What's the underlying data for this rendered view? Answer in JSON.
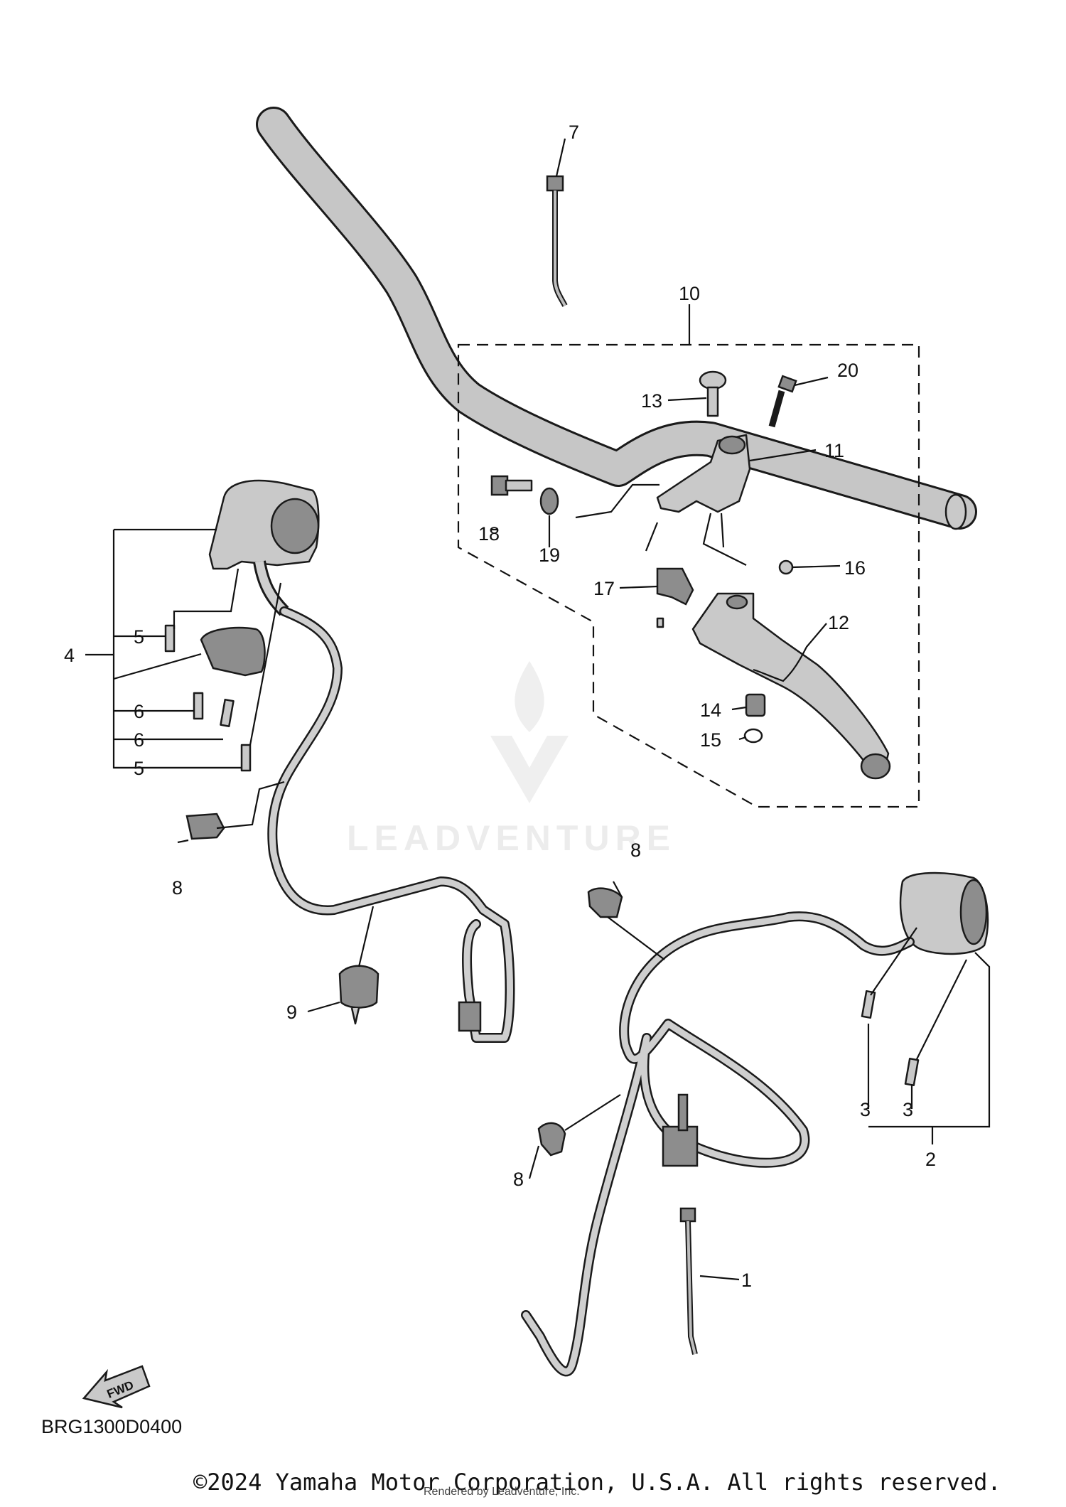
{
  "diagram": {
    "diagram_code": "BRG1300D0400",
    "copyright": "©2024 Yamaha Motor Corporation, U.S.A. All rights reserved.",
    "rendered_by": "Rendered by Leadventure, Inc.",
    "watermark": "LEADVENTURE",
    "fwd_label": "FWD",
    "callouts": [
      "1",
      "2",
      "3",
      "3",
      "4",
      "5",
      "5",
      "6",
      "6",
      "7",
      "8",
      "8",
      "8",
      "9",
      "10",
      "11",
      "12",
      "13",
      "14",
      "15",
      "16",
      "17",
      "18",
      "19",
      "20"
    ]
  }
}
